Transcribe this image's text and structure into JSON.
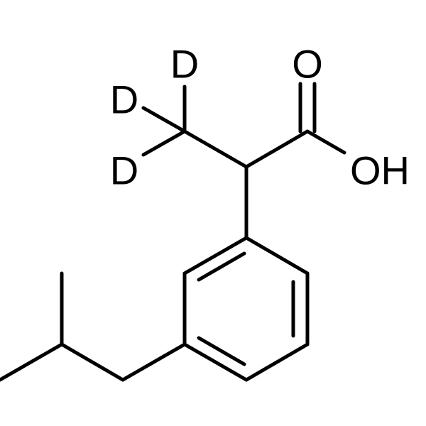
{
  "molecule": {
    "atom_labels": {
      "carbonyl_oxygen": "O",
      "hydroxyl": "OH",
      "deuterium_top": "D",
      "deuterium_left": "D",
      "deuterium_bottom": "D"
    }
  }
}
